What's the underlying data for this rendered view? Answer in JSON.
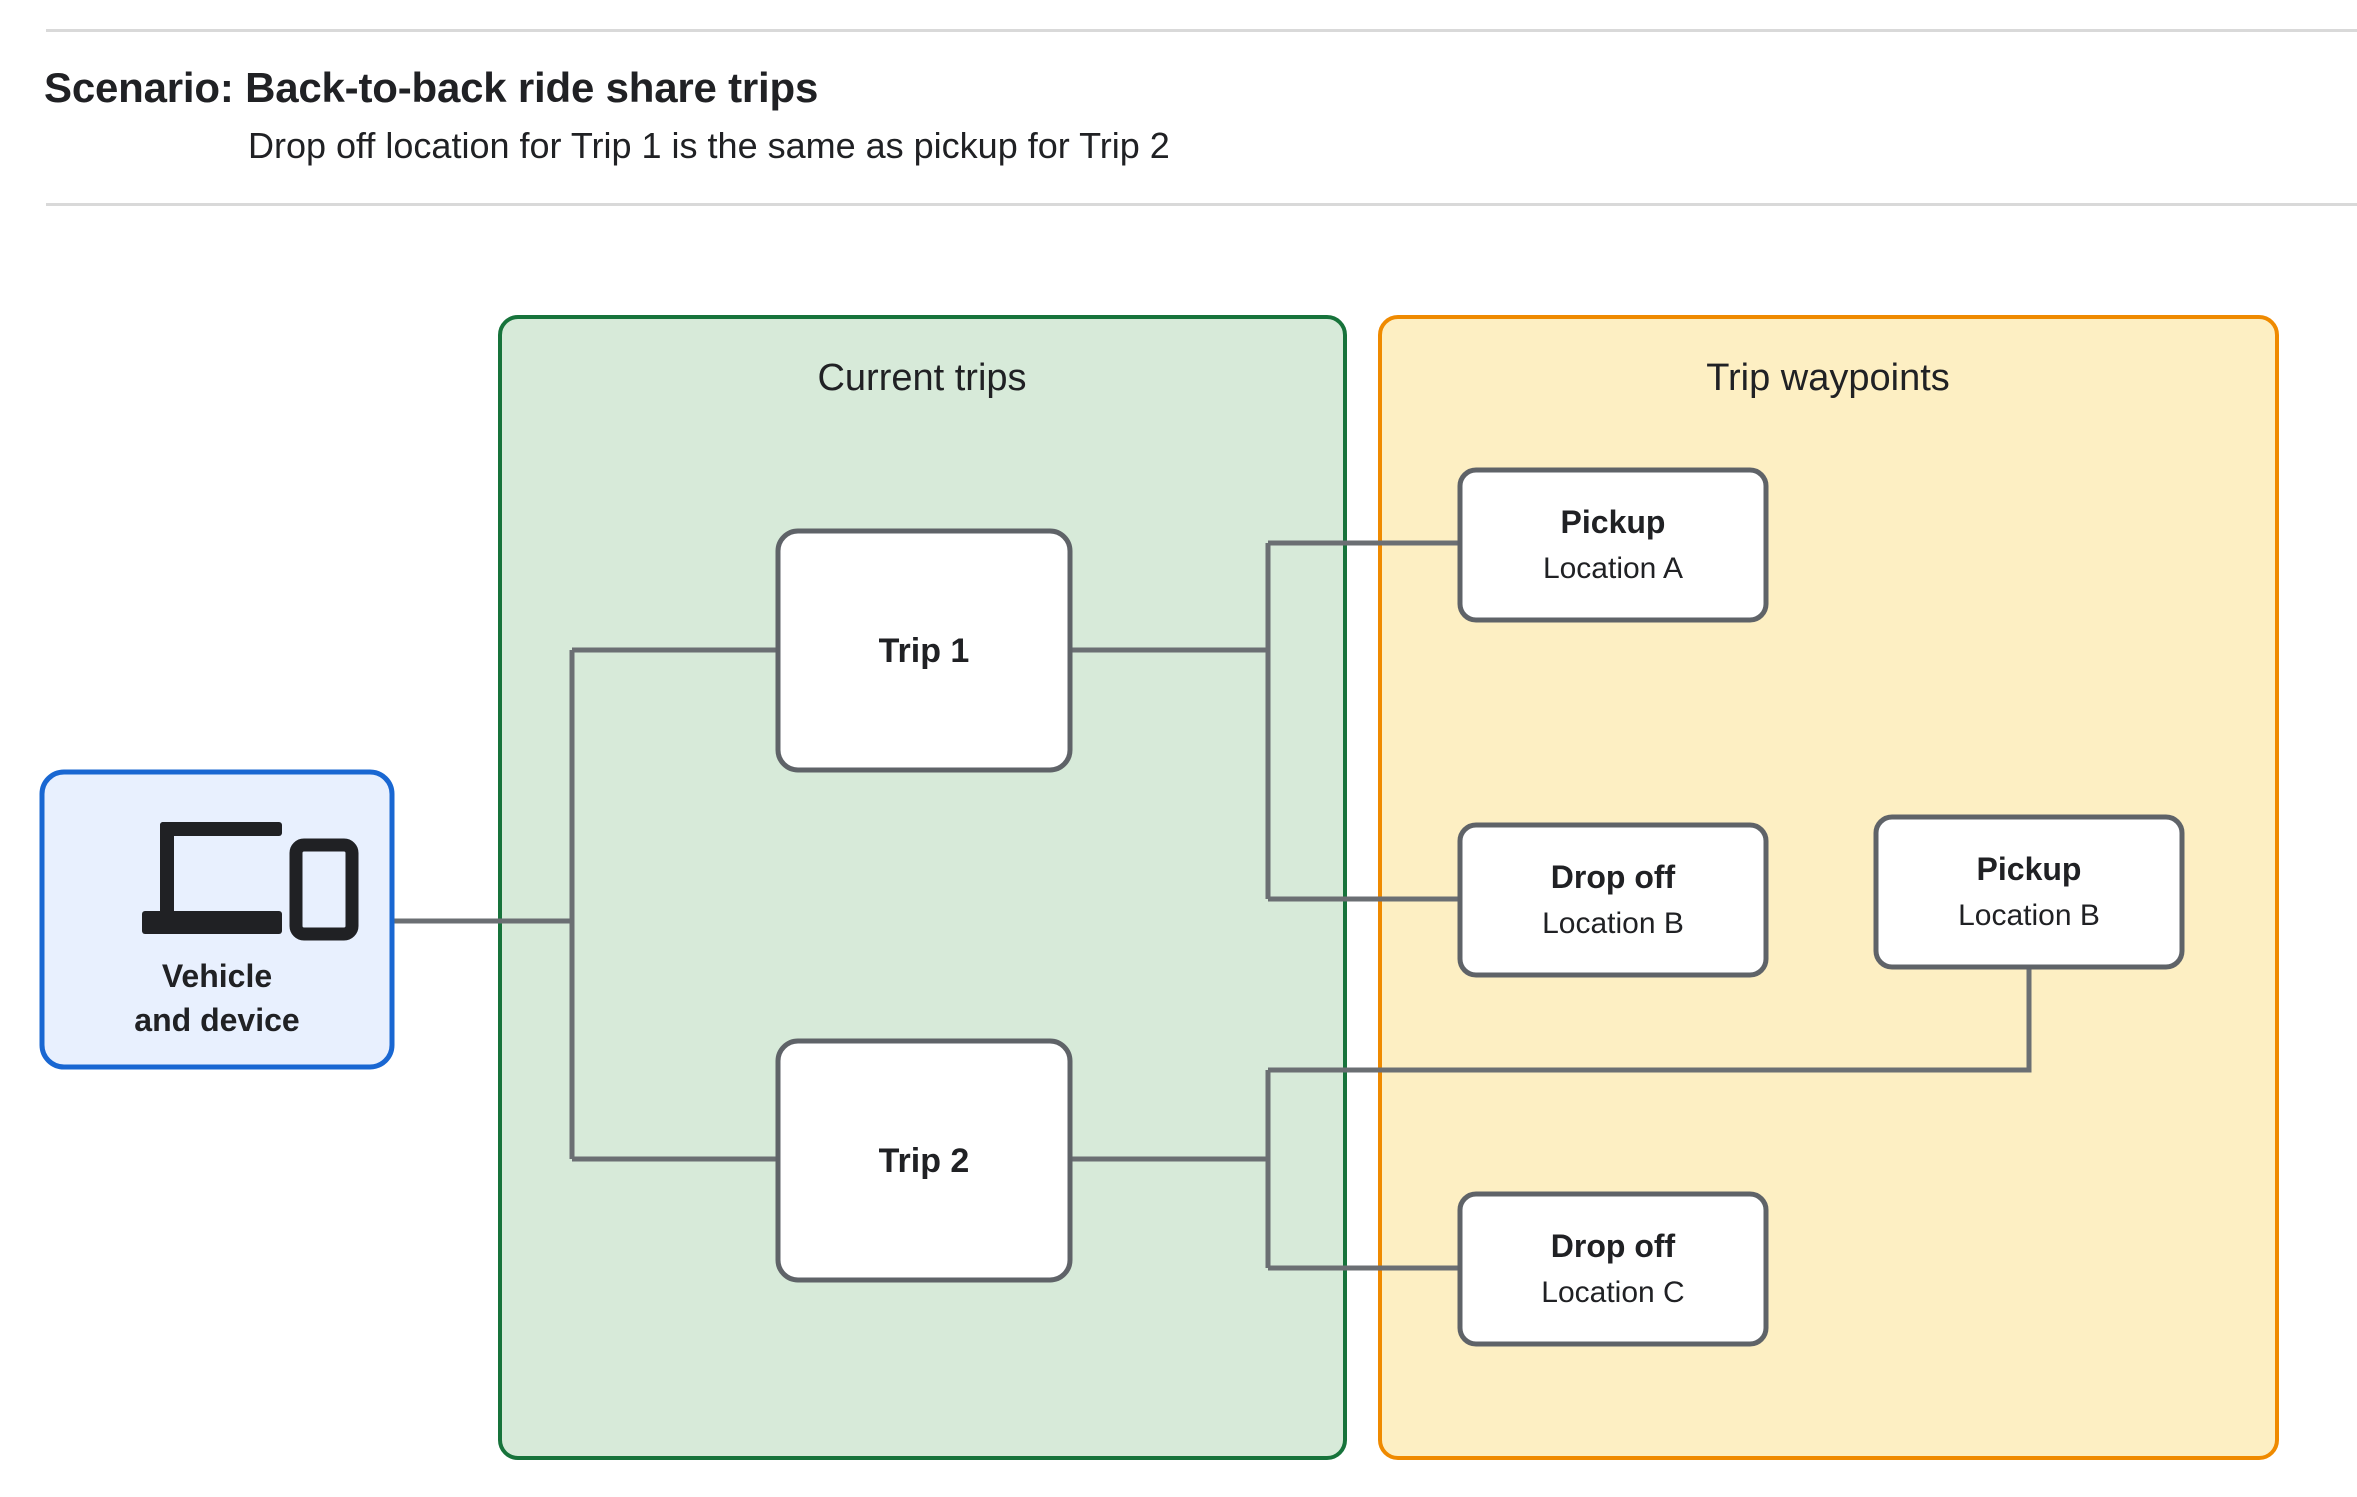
{
  "header": {
    "title": "Scenario: Back-to-back ride share trips",
    "subtitle": "Drop off  location for Trip 1 is the same as pickup for Trip 2"
  },
  "panels": {
    "current_trips": {
      "label": "Current trips",
      "fill": "#d7ead9",
      "border": "#17733b"
    },
    "trip_waypoints": {
      "label": "Trip waypoints",
      "fill": "#fdefc3",
      "border": "#ef8a00"
    }
  },
  "source_node": {
    "label_line1": "Vehicle",
    "label_line2": "and device",
    "icon": "devices-icon",
    "fill": "#e8f0fe",
    "border": "#1967d2"
  },
  "trips": [
    {
      "id": "trip-1",
      "label": "Trip 1"
    },
    {
      "id": "trip-2",
      "label": "Trip 2"
    }
  ],
  "waypoints": [
    {
      "id": "waypoint-pickup-a",
      "type": "Pickup",
      "location": "Location A"
    },
    {
      "id": "waypoint-dropoff-b",
      "type": "Drop off",
      "location": "Location B"
    },
    {
      "id": "waypoint-pickup-b",
      "type": "Pickup",
      "location": "Location B"
    },
    {
      "id": "waypoint-dropoff-c",
      "type": "Drop off",
      "location": "Location C"
    }
  ],
  "colors": {
    "connector": "#6b6f73",
    "node_border": "#5f6368",
    "node_fill": "#ffffff",
    "rule": "#d9d9d9",
    "text": "#202124"
  }
}
